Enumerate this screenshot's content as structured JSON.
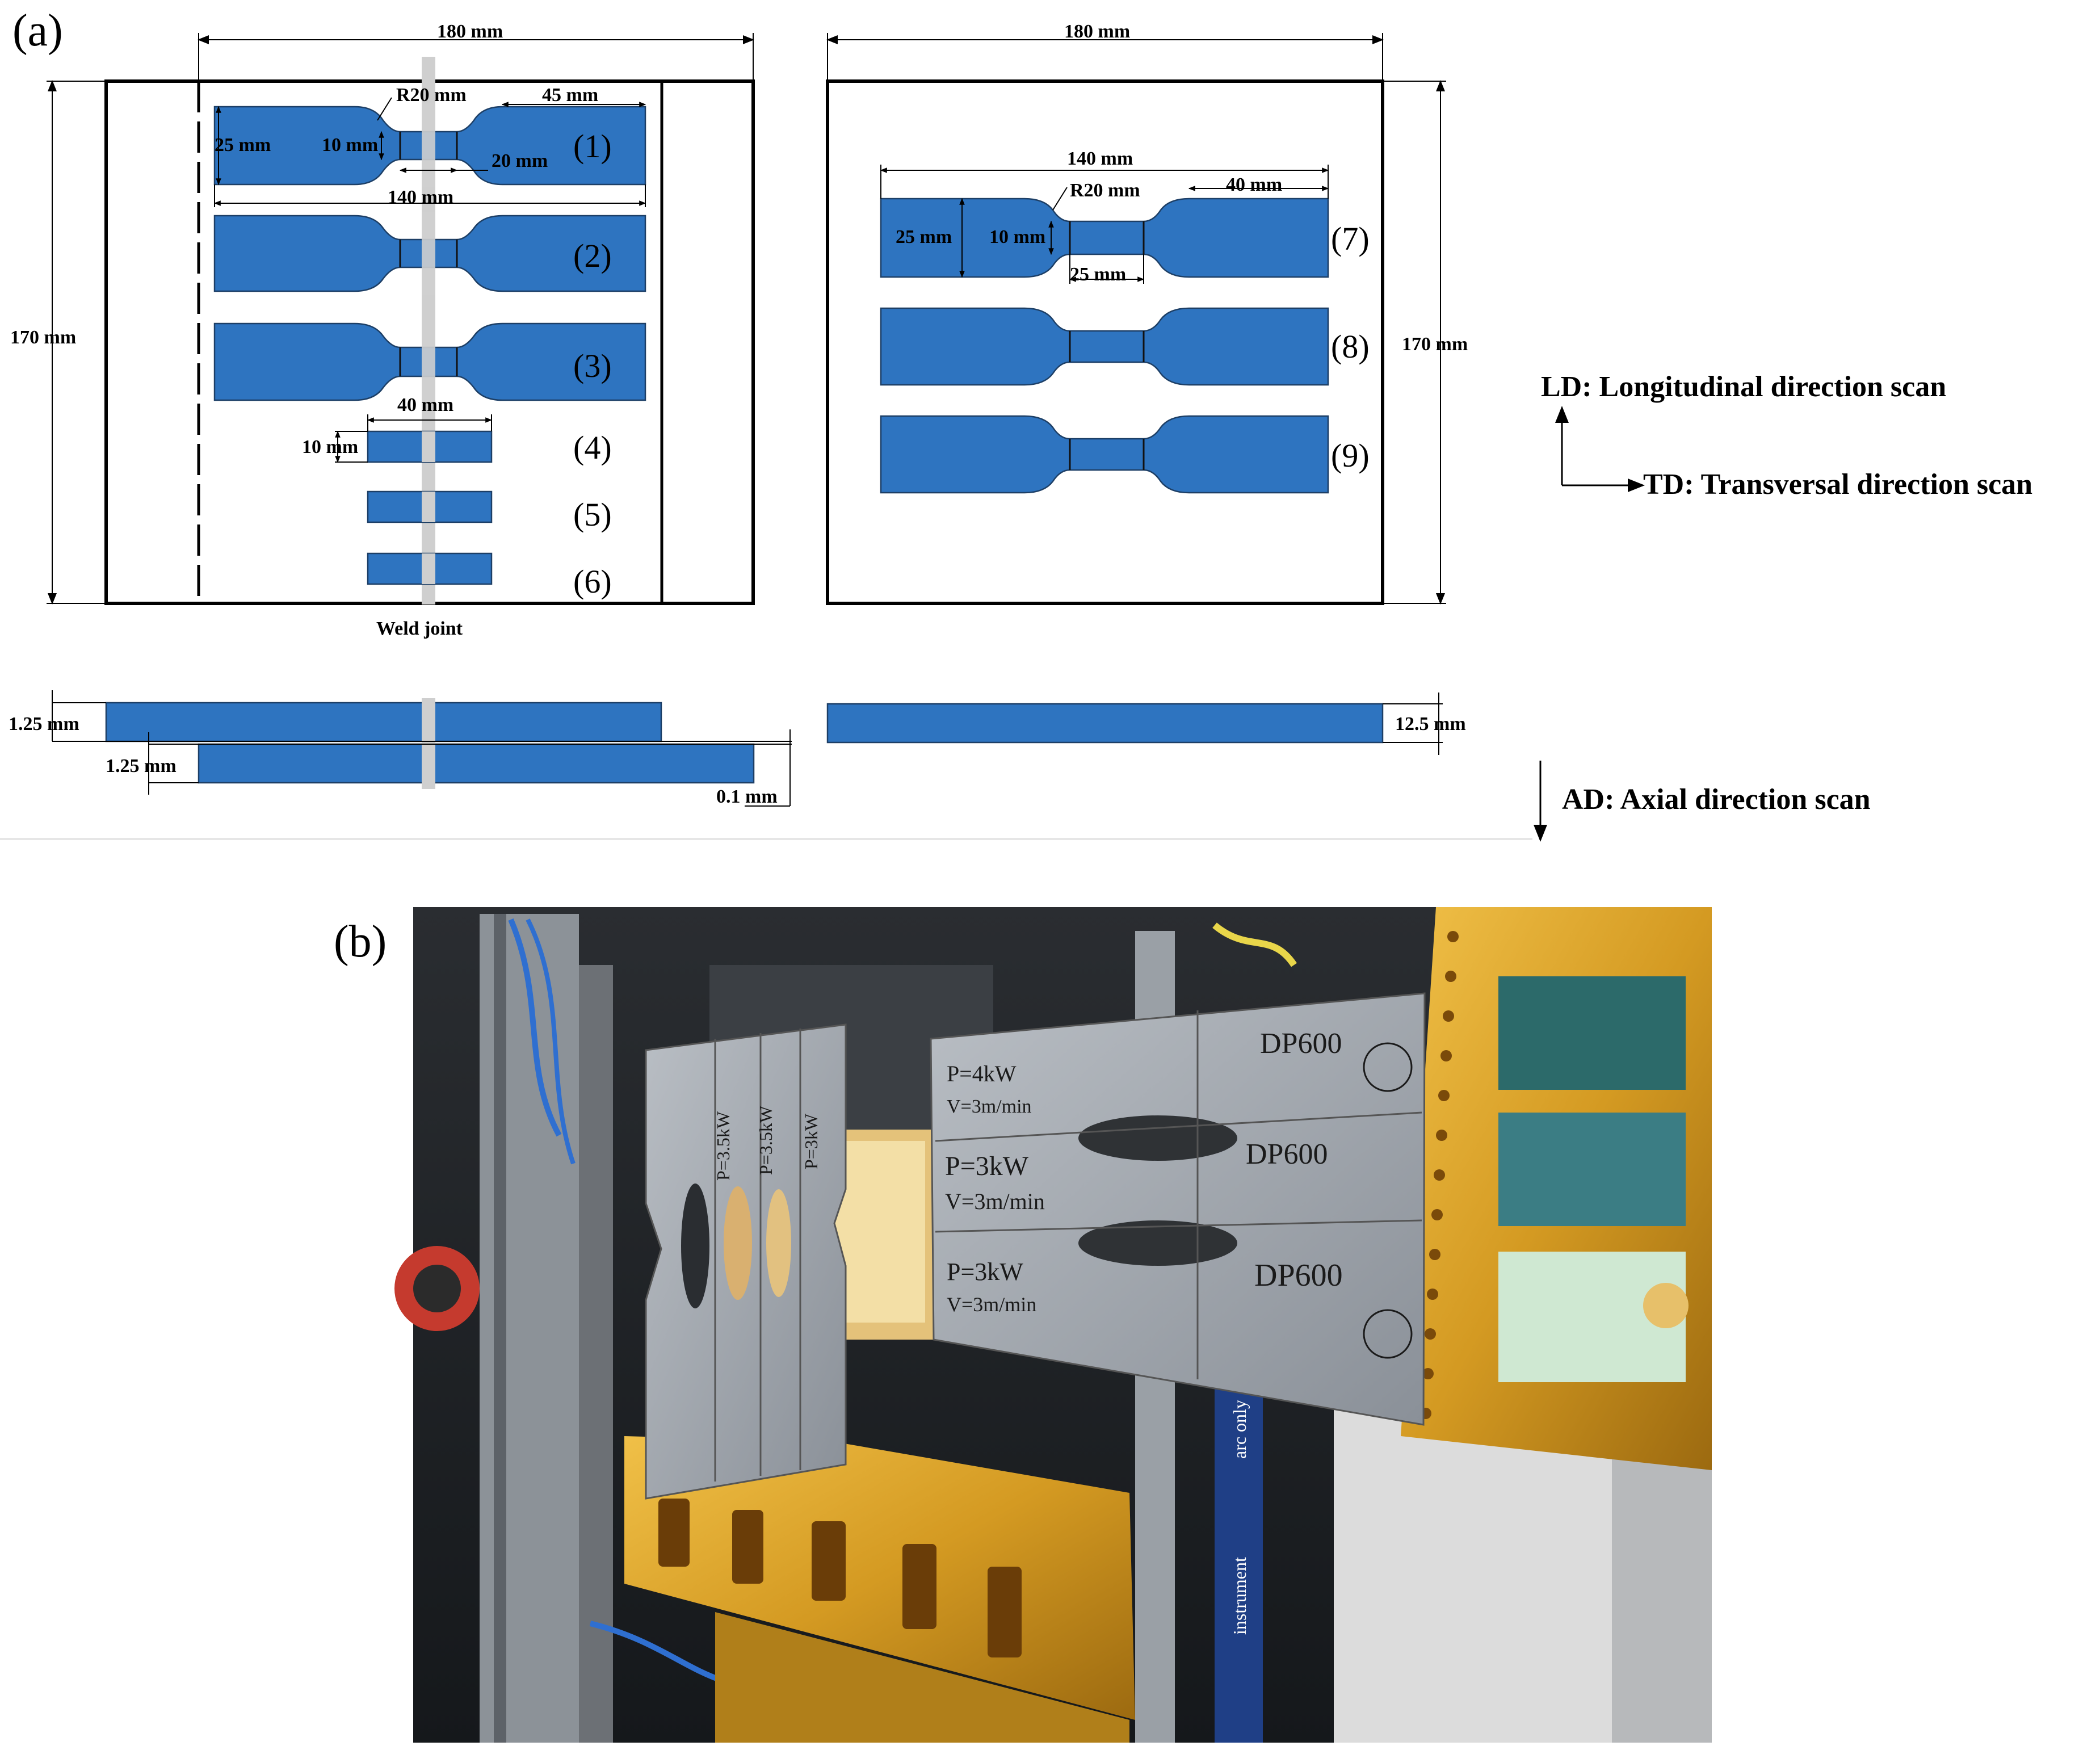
{
  "panel_a": {
    "label": "(a)",
    "left_plate": {
      "width": "180 mm",
      "height": "170 mm",
      "radius": "R20 mm",
      "grip_length": "45 mm",
      "grip_width": "25 mm",
      "gauge_width": "10 mm",
      "gauge_length": "20 mm",
      "total_length": "140 mm",
      "small_length": "40 mm",
      "small_width": "10 mm",
      "weld_label": "Weld joint",
      "specimen_labels": [
        "(1)",
        "(2)",
        "(3)",
        "(4)",
        "(5)",
        "(6)"
      ]
    },
    "right_plate": {
      "width": "180 mm",
      "height": "170 mm",
      "total_length": "140 mm",
      "radius": "R20 mm",
      "grip_length": "40 mm",
      "grip_width": "25 mm",
      "gauge_width": "10 mm",
      "gauge_length": "25 mm",
      "specimen_labels": [
        "(7)",
        "(8)",
        "(9)"
      ]
    },
    "side_view": {
      "upper_thickness": "1.25 mm",
      "lower_thickness": "1.25 mm",
      "gap": "0.1 mm",
      "right_thickness": "12.5 mm"
    },
    "directions": {
      "ld": "LD: Longitudinal direction scan",
      "td": "TD: Transversal direction scan",
      "ad": "AD: Axial direction scan"
    }
  },
  "panel_b": {
    "label": "(b)",
    "photo_annotations": [
      "P=4kW",
      "V=3m/min",
      "DP600",
      "P=3kW",
      "V=3m/min",
      "DP600",
      "P=3kW",
      "V=3m/min",
      "DP600",
      "P=3.5kW",
      "P=3.5kW",
      "P=3kW",
      "instrument",
      "arc only"
    ]
  },
  "colors": {
    "specimen": "#2e74c0",
    "weld": "#cfcfcf",
    "bracket": "#d8a32a",
    "photo_dark": "#1f2326"
  }
}
